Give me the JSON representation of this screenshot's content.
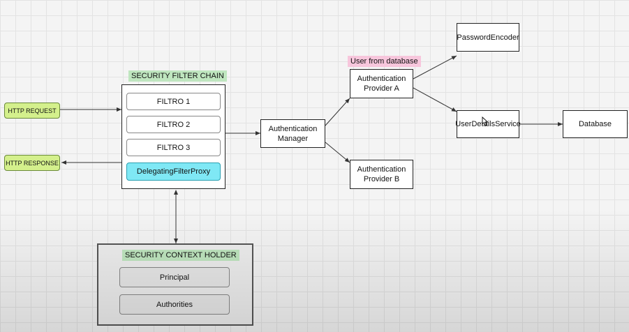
{
  "diagram": {
    "http_request": "HTTP REQUEST",
    "http_response": "HTTP RESPONSE",
    "filter_chain": {
      "title": "SECURITY FILTER CHAIN",
      "filters": [
        "FILTRO 1",
        "FILTRO 2",
        "FILTRO 3"
      ],
      "proxy": "DelegatingFilterProxy"
    },
    "auth_manager": [
      "Authentication",
      "Manager"
    ],
    "provider_a": [
      "Authentication",
      "Provider A"
    ],
    "provider_b": [
      "Authentication",
      "Provider B"
    ],
    "user_from_db": "User from database",
    "password_encoder": "PasswordEncoder",
    "user_details_service": "UserDetailsService",
    "database": "Database",
    "context_holder": {
      "title": "SECURITY CONTEXT HOLDER",
      "items": [
        "Principal",
        "Authorities"
      ]
    },
    "colors": {
      "request_fill": "#d4f08c",
      "proxy_fill": "#7fe8f5",
      "title_green": "#bfe6bf",
      "title_pink": "#f7c6dc"
    },
    "icons": [
      "mouse-cursor-icon"
    ]
  }
}
